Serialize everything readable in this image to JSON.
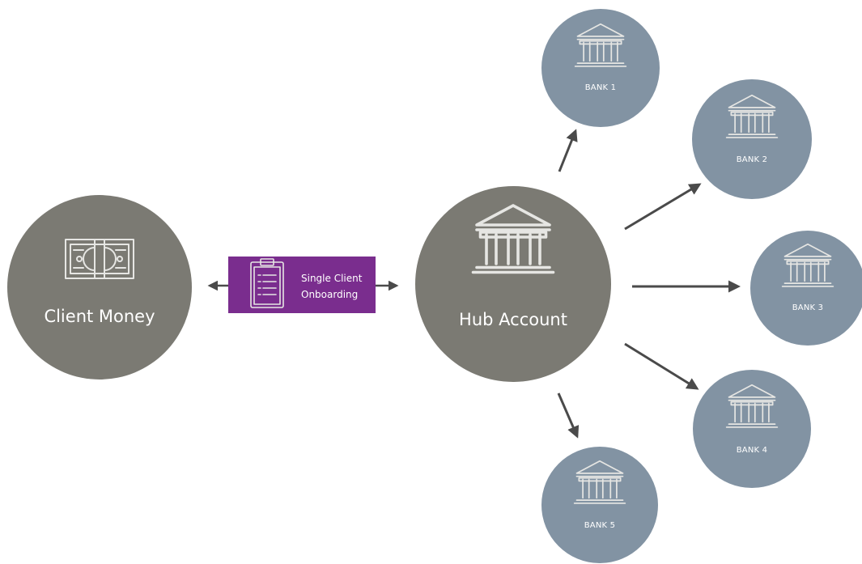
{
  "diagram": {
    "client": {
      "label": "Client Money",
      "icon": "money-bill-icon"
    },
    "onboarding": {
      "line1": "Single Client",
      "line2": "Onboarding",
      "icon": "clipboard-checklist-icon"
    },
    "hub": {
      "label": "Hub Account",
      "icon": "bank-building-icon"
    },
    "banks": [
      {
        "label": "BANK 1"
      },
      {
        "label": "BANK 2"
      },
      {
        "label": "BANK 3"
      },
      {
        "label": "BANK 4"
      },
      {
        "label": "BANK 5"
      }
    ],
    "colors": {
      "large_node": "#7b7a73",
      "bank_node": "#8293a3",
      "onboarding_box": "#7a2d8e",
      "arrow": "#4a4a4a"
    }
  }
}
